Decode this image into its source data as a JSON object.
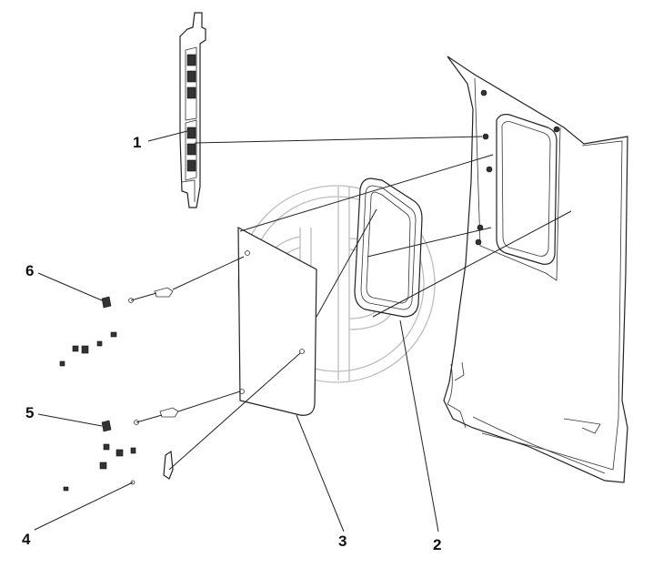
{
  "diagram": {
    "callouts": {
      "c1": "1",
      "c2": "2",
      "c3": "3",
      "c4": "4",
      "c5": "5",
      "c6": "6"
    },
    "colors": {
      "line": "#222222",
      "watermark": "#bbbbbb",
      "background": "#ffffff"
    }
  }
}
